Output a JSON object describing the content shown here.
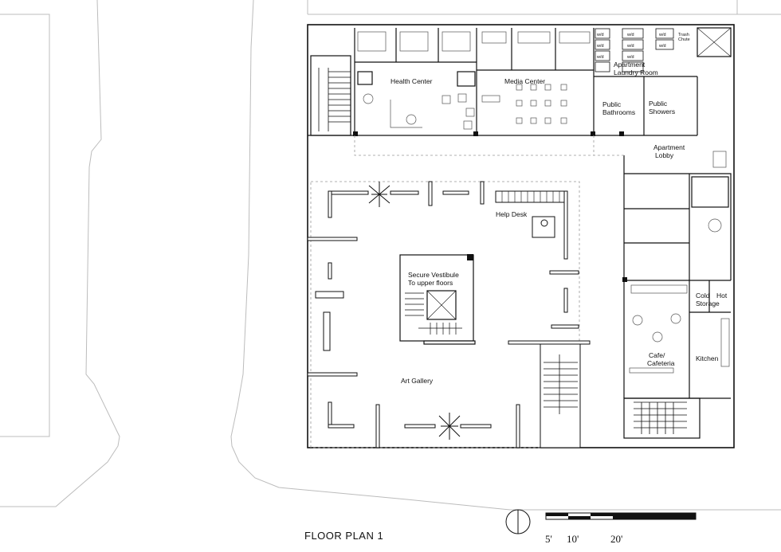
{
  "drawing": {
    "title": "FLOOR PLAN 1",
    "scale_labels": [
      "5'",
      "10'",
      "20'"
    ]
  },
  "rooms": {
    "health_center": "Health Center",
    "media_center": "Media Center",
    "apartment_laundry_1": "Apartment",
    "apartment_laundry_2": "Laundry Room",
    "public_bathrooms_1": "Public",
    "public_bathrooms_2": "Bathrooms",
    "public_showers_1": "Public",
    "public_showers_2": "Showers",
    "apartment_lobby_1": "Apartment",
    "apartment_lobby_2": "Lobby",
    "help_desk": "Help Desk",
    "secure_vestibule_1": "Secure Vestibule",
    "secure_vestibule_2": "To upper floors",
    "cold_storage_1": "Cold",
    "cold_storage_2": "Storage",
    "hot": "Hot",
    "cafe_1": "Cafe/",
    "cafe_2": "Cafeteria",
    "kitchen": "Kitchen",
    "art_gallery": "Art Gallery",
    "trash_chute_1": "Trash",
    "trash_chute_2": "Chute"
  },
  "laundry_units": [
    "w/d",
    "w/d",
    "w/d",
    "w/d",
    "w/d",
    "w/d",
    "w/d",
    "w/d"
  ]
}
